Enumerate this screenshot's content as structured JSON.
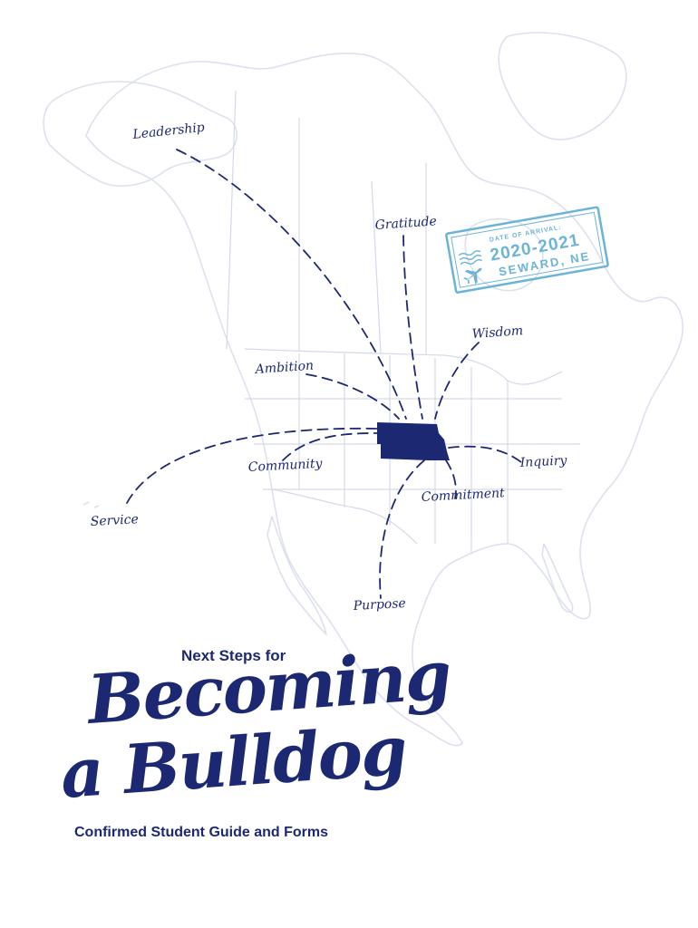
{
  "map": {
    "values": [
      {
        "id": "leadership",
        "label": "Leadership"
      },
      {
        "id": "gratitude",
        "label": "Gratitude"
      },
      {
        "id": "wisdom",
        "label": "Wisdom"
      },
      {
        "id": "ambition",
        "label": "Ambition"
      },
      {
        "id": "community",
        "label": "Community"
      },
      {
        "id": "inquiry",
        "label": "Inquiry"
      },
      {
        "id": "commitment",
        "label": "Commitment"
      },
      {
        "id": "service",
        "label": "Service"
      },
      {
        "id": "purpose",
        "label": "Purpose"
      }
    ],
    "highlight_state": "Nebraska",
    "line_color": "#1d2873",
    "land_color": "#dde1ee"
  },
  "stamp": {
    "caption": "DATE OF ARRIVAL:",
    "years": "2020-2021",
    "location": "SEWARD, NE",
    "color": "#6cb3d8",
    "icon": "airplane-icon"
  },
  "title": {
    "top_line": "Next Steps for",
    "script_line1": "Becoming",
    "script_line2": "a Bulldog",
    "subtitle": "Confirmed Student Guide and Forms",
    "color": "#1d2873"
  }
}
